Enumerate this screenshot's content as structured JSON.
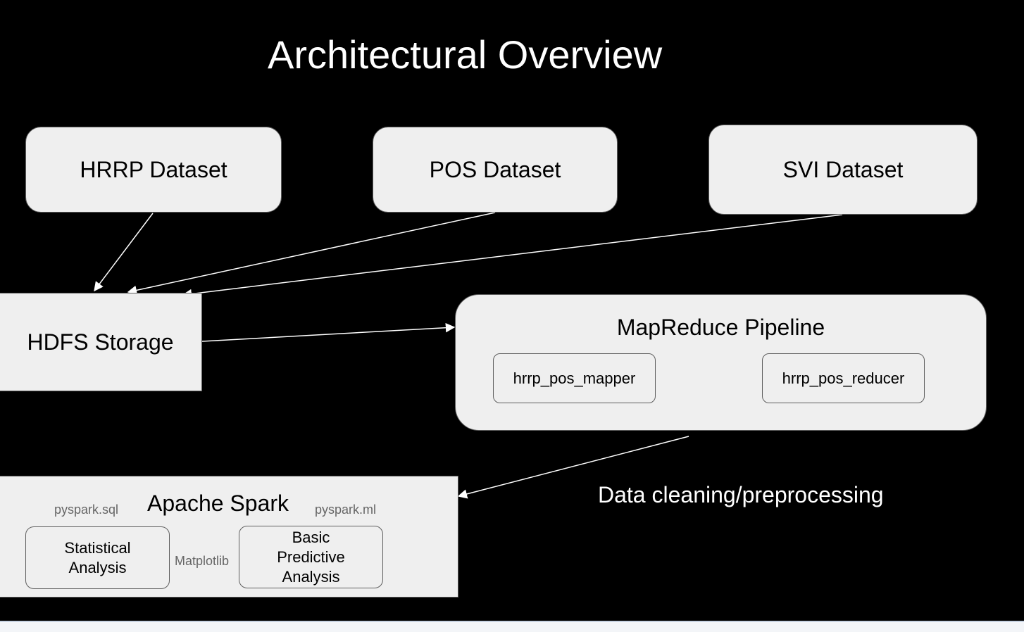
{
  "title": "Architectural Overview",
  "datasets": [
    {
      "label": "HRRP Dataset"
    },
    {
      "label": "POS Dataset"
    },
    {
      "label": "SVI Dataset"
    }
  ],
  "hdfs": {
    "label": "HDFS Storage"
  },
  "mapreduce": {
    "title": "MapReduce Pipeline",
    "mapper": "hrrp_pos_mapper",
    "reducer": "hrrp_pos_reducer"
  },
  "spark": {
    "title": "Apache Spark",
    "lib_sql": "pyspark.sql",
    "lib_ml": "pyspark.ml",
    "lib_plot": "Matplotlib",
    "statistical": "Statistical Analysis",
    "predictive": "Basic Predictive Analysis"
  },
  "note": "Data cleaning/preprocessing",
  "colors": {
    "background": "#000000",
    "box_fill": "#efefef",
    "box_border": "#5f5f5f",
    "arrow": "#ffffff",
    "library_text": "#666666"
  }
}
